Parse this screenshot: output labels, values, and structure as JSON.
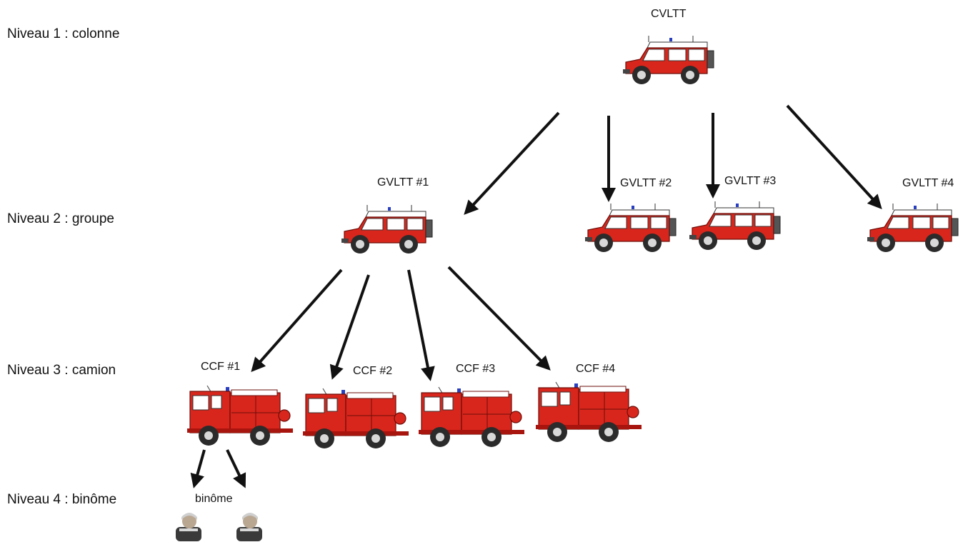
{
  "levels": [
    {
      "label": "Niveau 1 : colonne"
    },
    {
      "label": "Niveau 2 : groupe"
    },
    {
      "label": "Niveau 3 : camion"
    },
    {
      "label": "Niveau 4 : binôme"
    }
  ],
  "nodes": {
    "cvltt": "CVLTT",
    "gvltt1": "GVLTT #1",
    "gvltt2": "GVLTT #2",
    "gvltt3": "GVLTT #3",
    "gvltt4": "GVLTT  #4",
    "ccf1": "CCF #1",
    "ccf2": "CCF #2",
    "ccf3": "CCF #3",
    "ccf4": "CCF #4",
    "binome": "binôme"
  },
  "colors": {
    "body_red": "#d9261c",
    "dark_red": "#a8140e",
    "white": "#ffffff",
    "tire": "#2b2b2b",
    "rim": "#d8d8d8",
    "arrow": "#111111"
  },
  "icons": {
    "jeep": "4x4-patrol-vehicle-icon",
    "truck": "fire-tanker-truck-icon",
    "person": "firefighter-icon"
  }
}
